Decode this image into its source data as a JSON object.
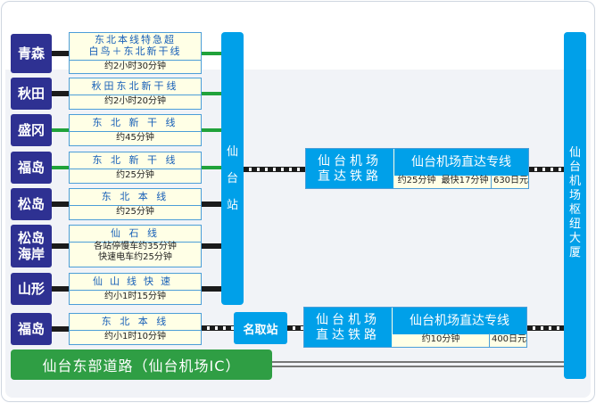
{
  "cities": [
    {
      "id": "aomori",
      "label": "青森"
    },
    {
      "id": "akita",
      "label": "秋田"
    },
    {
      "id": "morioka",
      "label": "盛冈"
    },
    {
      "id": "fukushima1",
      "label": "福岛"
    },
    {
      "id": "matsushima",
      "label": "松岛"
    },
    {
      "id": "matsushima-kaigan",
      "label": "松岛\n海岸"
    },
    {
      "id": "yamagata",
      "label": "山形"
    },
    {
      "id": "fukushima2",
      "label": "福岛"
    }
  ],
  "lines": [
    {
      "name": "东北本线特急超\n白鸟＋东北新干线",
      "time": "约2小时30分钟"
    },
    {
      "name": "秋田东北新干线",
      "time": "约2小时20分钟"
    },
    {
      "name": "东 北 新 干 线",
      "time": "约45分钟"
    },
    {
      "name": "东 北 新 干 线",
      "time": "约25分钟"
    },
    {
      "name": "东  北  本  线",
      "time": "约25分钟"
    },
    {
      "name": "仙  石  线",
      "time": "各站停慢车约35分钟\n快速电车约25分钟"
    },
    {
      "name": "仙山线快速",
      "time": "约小1时15分钟"
    },
    {
      "name": "东  北  本  线",
      "time": "约小1时10分钟"
    }
  ],
  "sendai_station": "仙\n台\n站",
  "natori_station": "名取站",
  "airport_building": "仙台机场枢纽大厦",
  "access1": {
    "left": "仙台机场\n直达铁路",
    "name": "仙台机场直达专线",
    "time1": "约25分钟",
    "time2": "最快17分钟",
    "fare": "630日元"
  },
  "access2": {
    "left": "仙台机场\n直达铁路",
    "name": "仙台机场直达专线",
    "time": "约10分钟",
    "fare": "400日元"
  },
  "road": "仙台东部道路（仙台机场IC）"
}
